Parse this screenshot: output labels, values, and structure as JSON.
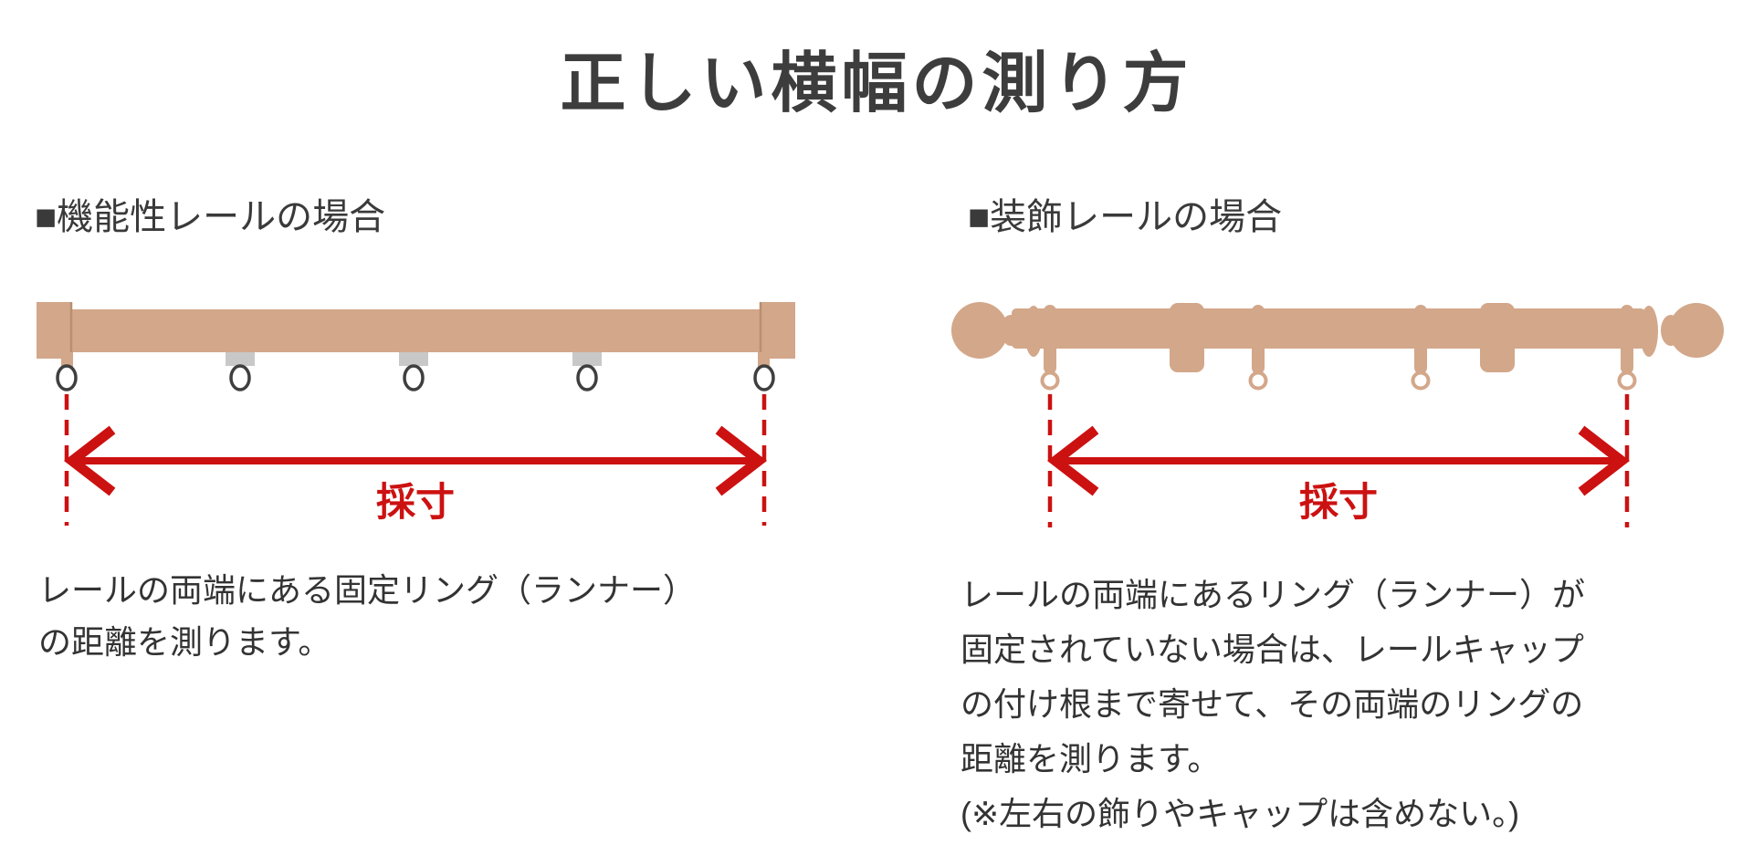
{
  "page": {
    "title": "正しい横幅の測り方"
  },
  "colors": {
    "text_dark": "#3a3a3a",
    "rail_tan": "#d3a78a",
    "rail_seam": "#b98f70",
    "runner_gray": "#c8c8c8",
    "ring_dark": "#3f3f3f",
    "accent_red": "#cc1111"
  },
  "sections": {
    "functional": {
      "heading": "■機能性レールの場合",
      "measure_label": "採寸",
      "description_lines": [
        "レールの両端にある固定リング（ランナー）",
        "の距離を測ります。"
      ]
    },
    "decorative": {
      "heading": "■装飾レールの場合",
      "measure_label": "採寸",
      "description_lines": [
        "レールの両端にあるリング（ランナー）が",
        "固定されていない場合は、レールキャップ",
        "の付け根まで寄せて、その両端のリングの",
        "距離を測ります。",
        "(※左右の飾りやキャップは含めない。)"
      ]
    }
  }
}
